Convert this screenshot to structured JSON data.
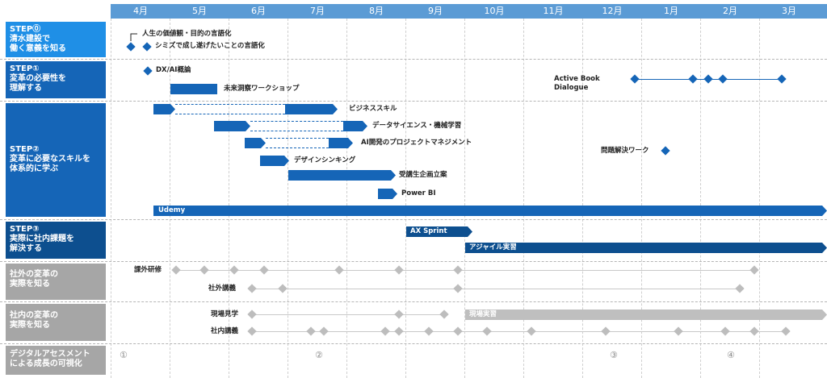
{
  "months": [
    "4月",
    "5月",
    "6月",
    "7月",
    "8月",
    "9月",
    "10月",
    "11月",
    "12月",
    "1月",
    "2月",
    "3月"
  ],
  "steps": [
    {
      "text": "STEP⓪\n清水建設で\n働く意義を知る"
    },
    {
      "text": "STEP①\n変革の必要性を\n理解する"
    },
    {
      "text": "STEP②\n変革に必要なスキルを\n体系的に学ぶ"
    },
    {
      "text": "STEP③\n実際に社内課題を\n解決する"
    },
    {
      "text": "社外の変革の\n実際を知る"
    },
    {
      "text": "社内の変革の\n実際を知る"
    },
    {
      "text": "デジタルアセスメント\nによる成長の可視化"
    }
  ],
  "items": {
    "values": "人生の価値観・目的の言語化",
    "shimizu": "シミズで成し遂げたいことの言語化",
    "dx": "DX/AI概論",
    "workshop": "未来洞察ワークショップ",
    "abd": "Active Book\nDialogue",
    "business": "ビジネススキル",
    "datasci": "データサイエンス・機械学習",
    "aipm": "AI開発のプロジェクトマネジメント",
    "problem": "問題解決ワーク",
    "design": "デザインシンキング",
    "plan": "受講生企画立案",
    "powerbi": "Power BI",
    "udemy": "Udemy",
    "axsprint": "AX Sprint",
    "agile": "アジャイル実習",
    "ext_training": "課外研修",
    "ext_lecture": "社外講義",
    "site_visit": "現場見学",
    "site_practice": "現場実習",
    "int_lecture": "社内講義"
  },
  "assessments": [
    "①",
    "②",
    "③",
    "④"
  ]
}
